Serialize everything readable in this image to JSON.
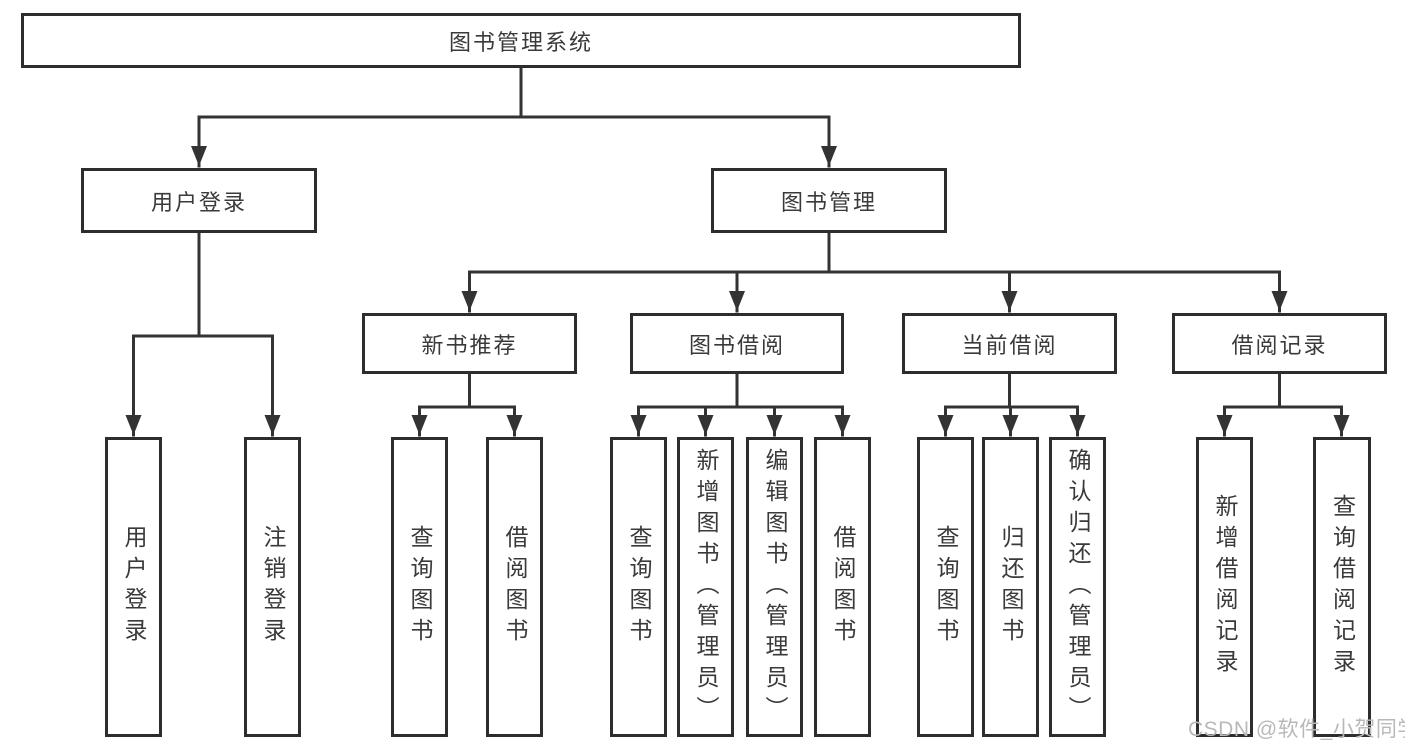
{
  "title": "图书管理系统",
  "tree": {
    "root": "图书管理系统",
    "level2": [
      "用户登录",
      "图书管理"
    ],
    "level3": [
      "新书推荐",
      "图书借阅",
      "当前借阅",
      "借阅记录"
    ],
    "leaves": {
      "login": [
        "用户登录",
        "注销登录"
      ],
      "recommend": [
        "查询图书",
        "借阅图书"
      ],
      "borrow": [
        "查询图书",
        "新增图书（管理员）",
        "编辑图书（管理员）",
        "借阅图书"
      ],
      "current": [
        "查询图书",
        "归还图书",
        "确认归还（管理员）"
      ],
      "records": [
        "新增借阅记录",
        "查询借阅记录"
      ]
    }
  },
  "watermark": "CSDN @软件_小贺同学",
  "colors": {
    "line": "#333333",
    "box_border": "#2d2d2d",
    "box_fill": "#ffffff",
    "text": "#3a3a3a",
    "watermark": "#b9b9b9",
    "background": "#ffffff"
  }
}
